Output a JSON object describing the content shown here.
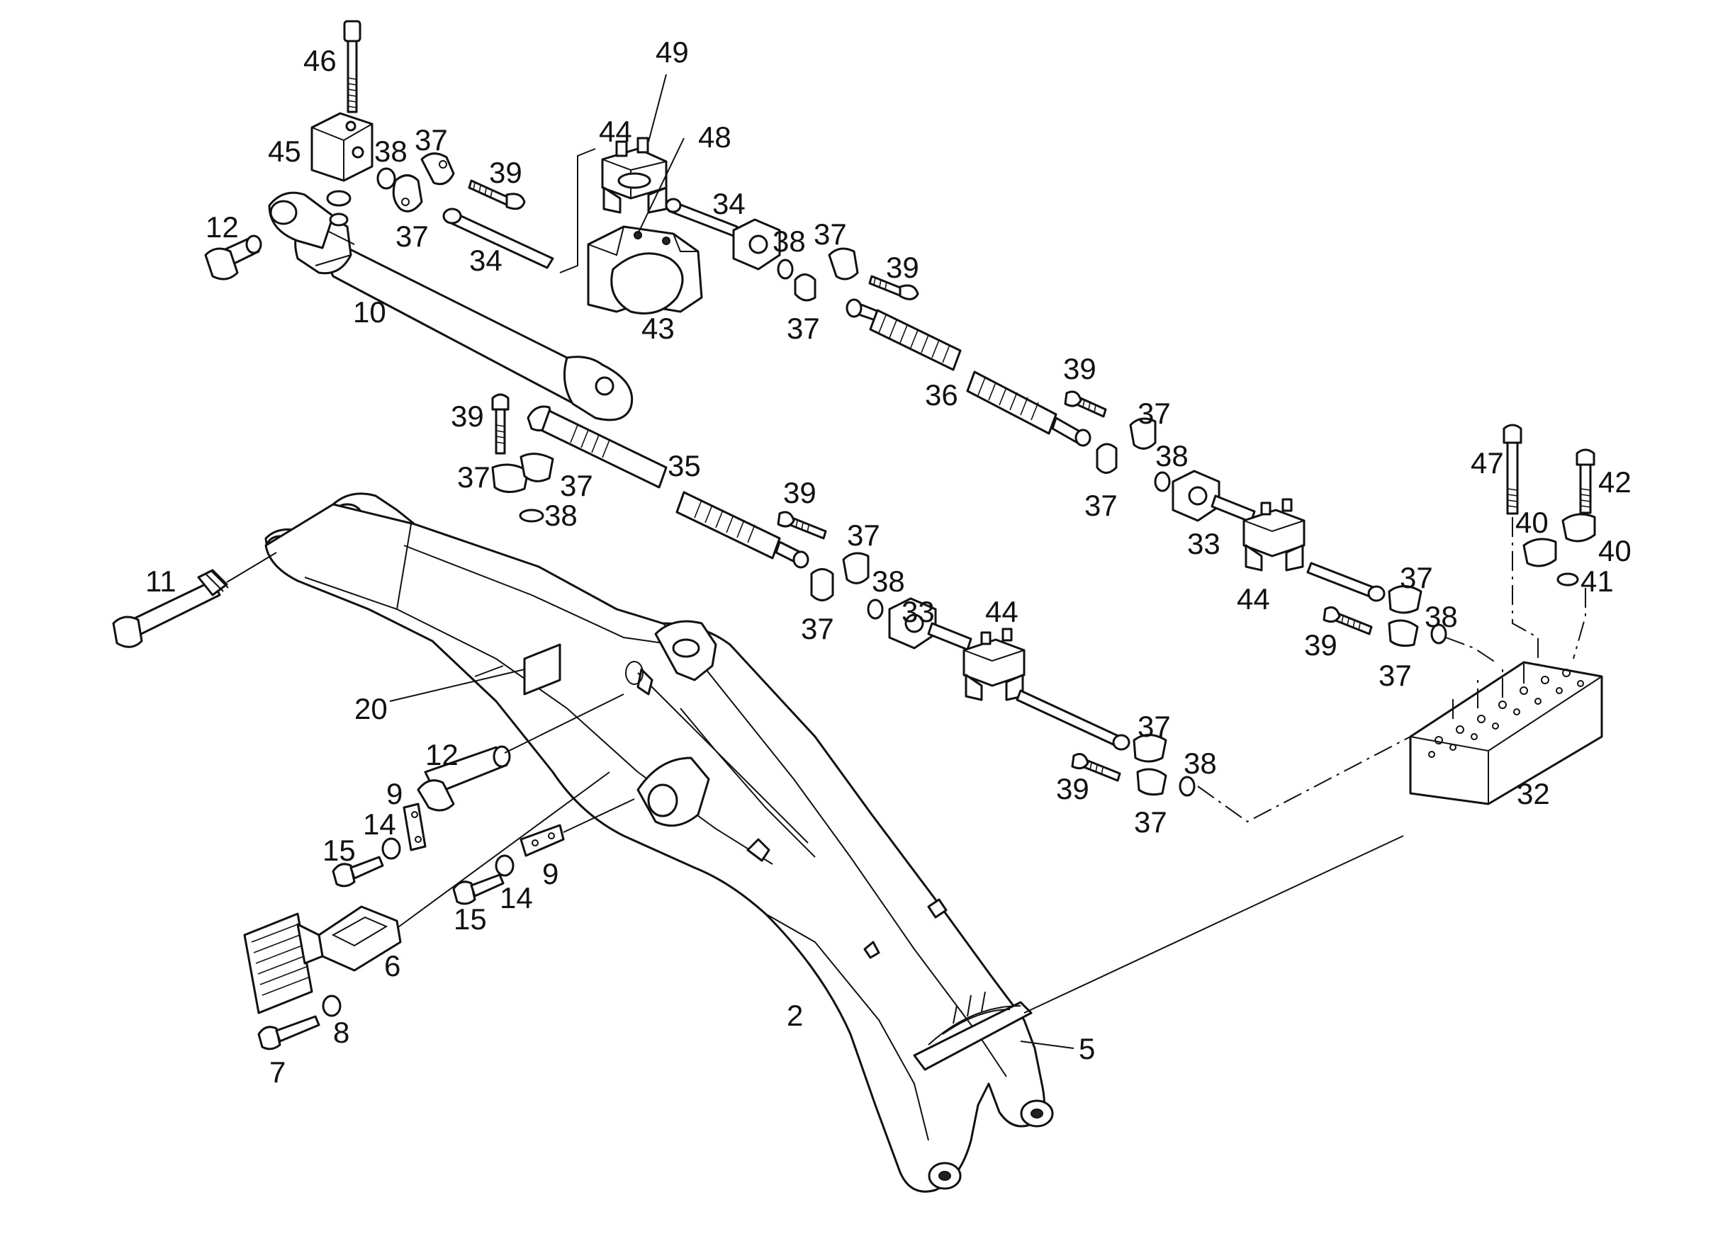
{
  "diagram": {
    "callouts": [
      {
        "id": "c46",
        "label": "46"
      },
      {
        "id": "c45",
        "label": "45"
      },
      {
        "id": "c38a",
        "label": "38"
      },
      {
        "id": "c37a",
        "label": "37"
      },
      {
        "id": "c39a",
        "label": "39"
      },
      {
        "id": "c37b",
        "label": "37"
      },
      {
        "id": "c12a",
        "label": "12"
      },
      {
        "id": "c34a",
        "label": "34"
      },
      {
        "id": "c10",
        "label": "10"
      },
      {
        "id": "c44a",
        "label": "44"
      },
      {
        "id": "c49",
        "label": "49"
      },
      {
        "id": "c48",
        "label": "48"
      },
      {
        "id": "c43",
        "label": "43"
      },
      {
        "id": "c34b",
        "label": "34"
      },
      {
        "id": "c38b",
        "label": "38"
      },
      {
        "id": "c37c",
        "label": "37"
      },
      {
        "id": "c39b",
        "label": "39"
      },
      {
        "id": "c37d",
        "label": "37"
      },
      {
        "id": "c36",
        "label": "36"
      },
      {
        "id": "c39c",
        "label": "39"
      },
      {
        "id": "c37e",
        "label": "37"
      },
      {
        "id": "c38c",
        "label": "38"
      },
      {
        "id": "c37f",
        "label": "37"
      },
      {
        "id": "c33a",
        "label": "33"
      },
      {
        "id": "c39d",
        "label": "39"
      },
      {
        "id": "c37g",
        "label": "37"
      },
      {
        "id": "c37h",
        "label": "37"
      },
      {
        "id": "c38d",
        "label": "38"
      },
      {
        "id": "c35",
        "label": "35"
      },
      {
        "id": "c39e",
        "label": "39"
      },
      {
        "id": "c37i",
        "label": "37"
      },
      {
        "id": "c38e",
        "label": "38"
      },
      {
        "id": "c37j",
        "label": "37"
      },
      {
        "id": "c33b",
        "label": "33"
      },
      {
        "id": "c44b",
        "label": "44"
      },
      {
        "id": "c44c",
        "label": "44"
      },
      {
        "id": "c37k",
        "label": "37"
      },
      {
        "id": "c38f",
        "label": "38"
      },
      {
        "id": "c39f",
        "label": "39"
      },
      {
        "id": "c37l",
        "label": "37"
      },
      {
        "id": "c47",
        "label": "47"
      },
      {
        "id": "c42",
        "label": "42"
      },
      {
        "id": "c40a",
        "label": "40"
      },
      {
        "id": "c40b",
        "label": "40"
      },
      {
        "id": "c41",
        "label": "41"
      },
      {
        "id": "c11",
        "label": "11"
      },
      {
        "id": "c20",
        "label": "20"
      },
      {
        "id": "c12b",
        "label": "12"
      },
      {
        "id": "c9a",
        "label": "9"
      },
      {
        "id": "c14a",
        "label": "14"
      },
      {
        "id": "c15a",
        "label": "15"
      },
      {
        "id": "c15b",
        "label": "15"
      },
      {
        "id": "c14b",
        "label": "14"
      },
      {
        "id": "c9b",
        "label": "9"
      },
      {
        "id": "c37m",
        "label": "37"
      },
      {
        "id": "c38g",
        "label": "38"
      },
      {
        "id": "c39g",
        "label": "39"
      },
      {
        "id": "c37n",
        "label": "37"
      },
      {
        "id": "c32",
        "label": "32"
      },
      {
        "id": "c6",
        "label": "6"
      },
      {
        "id": "c8",
        "label": "8"
      },
      {
        "id": "c7",
        "label": "7"
      },
      {
        "id": "c2",
        "label": "2"
      },
      {
        "id": "c5",
        "label": "5"
      }
    ]
  }
}
